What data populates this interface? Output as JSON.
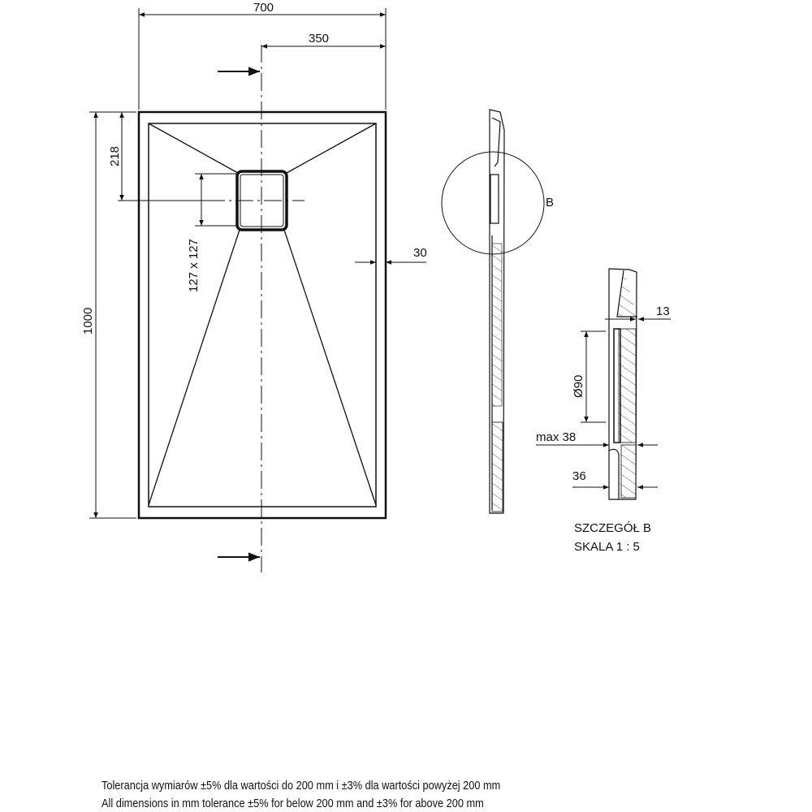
{
  "dimensions": {
    "width": "700",
    "half_width": "350",
    "length": "1000",
    "drain_offset": "218",
    "drain_size": "127 x 127",
    "rim": "30",
    "detail_13": "13",
    "detail_dia": "Ø90",
    "detail_max": "max 38",
    "detail_36": "36"
  },
  "detail": {
    "marker": "B",
    "title": "SZCZEGÓŁ B",
    "scale": "SKALA 1 : 5"
  },
  "notes": {
    "pl": "Tolerancja wymiarów ±5% dla wartości do 200 mm i ±3% dla wartości powyżej 200 mm",
    "en": "All dimensions in mm tolerance ±5% for below 200 mm and ±3% for above 200 mm"
  }
}
